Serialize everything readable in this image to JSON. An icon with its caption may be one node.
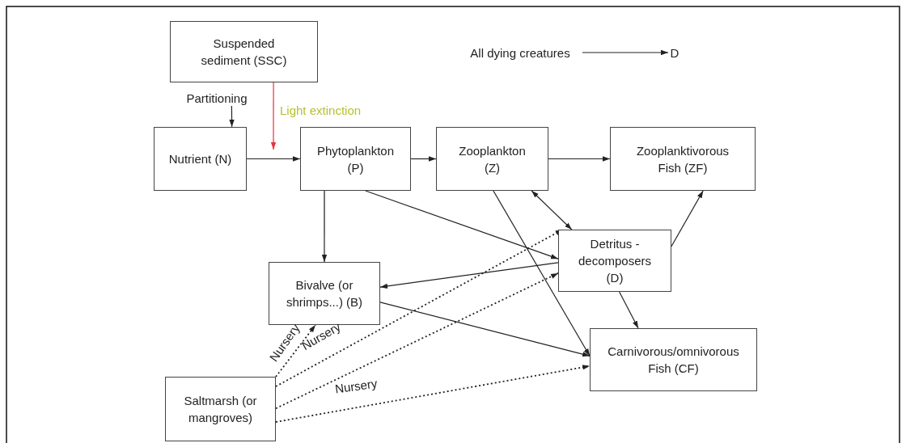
{
  "diagram": {
    "nodes": [
      {
        "text": [
          "Suspended sediment (SSC)"
        ]
      },
      {
        "text": [
          "Partitioning"
        ]
      },
      {
        "text": [
          "Nutrient (N)"
        ]
      },
      {
        "text": [
          "Phytoplankton (P)"
        ]
      },
      {
        "text": [
          "Zooplankton (Z)"
        ]
      },
      {
        "text": [
          "Zooplanktivorous Fish (ZF)"
        ]
      },
      {
        "text": [
          "Detritus -decomposers (D)"
        ]
      },
      {
        "text": [
          "Bivalve (or shrimps...) (B)"
        ]
      },
      {
        "text": [
          "Carnivorous/omnivorous Fish (CF)"
        ]
      },
      {
        "text": [
          "Saltmarsh (or mangroves)"
        ]
      },
      {
        "text": [
          "All dying creatures"
        ]
      },
      {
        "text": [
          "D"
        ]
      }
    ],
    "edges": [
      {
        "from": 2,
        "to": 3,
        "arrow": "to"
      },
      {
        "from": 3,
        "to": 4,
        "arrow": "to"
      },
      {
        "from": 4,
        "to": 5,
        "arrow": "to"
      },
      {
        "from": 3,
        "to": 7,
        "arrow": "to"
      },
      {
        "from": 3,
        "to": 6,
        "arrow": "to"
      },
      {
        "from": 4,
        "to": 8,
        "arrow": "to"
      },
      {
        "from": 4,
        "to": 6,
        "arrow": "both"
      },
      {
        "from": 6,
        "to": 5,
        "arrow": "to"
      },
      {
        "from": 6,
        "to": 7,
        "arrow": "to"
      },
      {
        "from": 6,
        "to": 8,
        "arrow": "to"
      },
      {
        "from": 7,
        "to": 8,
        "arrow": "to"
      },
      {
        "from": 9,
        "to": 7,
        "arrow": "to",
        "style": "dashed",
        "label": "Nursery"
      },
      {
        "from": 9,
        "to": 6,
        "arrow": "to",
        "style": "dashed",
        "label": "Nursery"
      },
      {
        "from": 9,
        "to": 6,
        "arrow": "to",
        "style": "dashed"
      },
      {
        "from": 9,
        "to": 8,
        "arrow": "to",
        "style": "dashed",
        "label": "Nursery"
      },
      {
        "from": 0,
        "to": null,
        "arrow": "to",
        "color": "#e8313a",
        "label": "Light extinction"
      },
      {
        "from": 1,
        "to": 2,
        "arrow": "to"
      },
      {
        "from": 10,
        "to": 11,
        "arrow": "to"
      }
    ]
  }
}
